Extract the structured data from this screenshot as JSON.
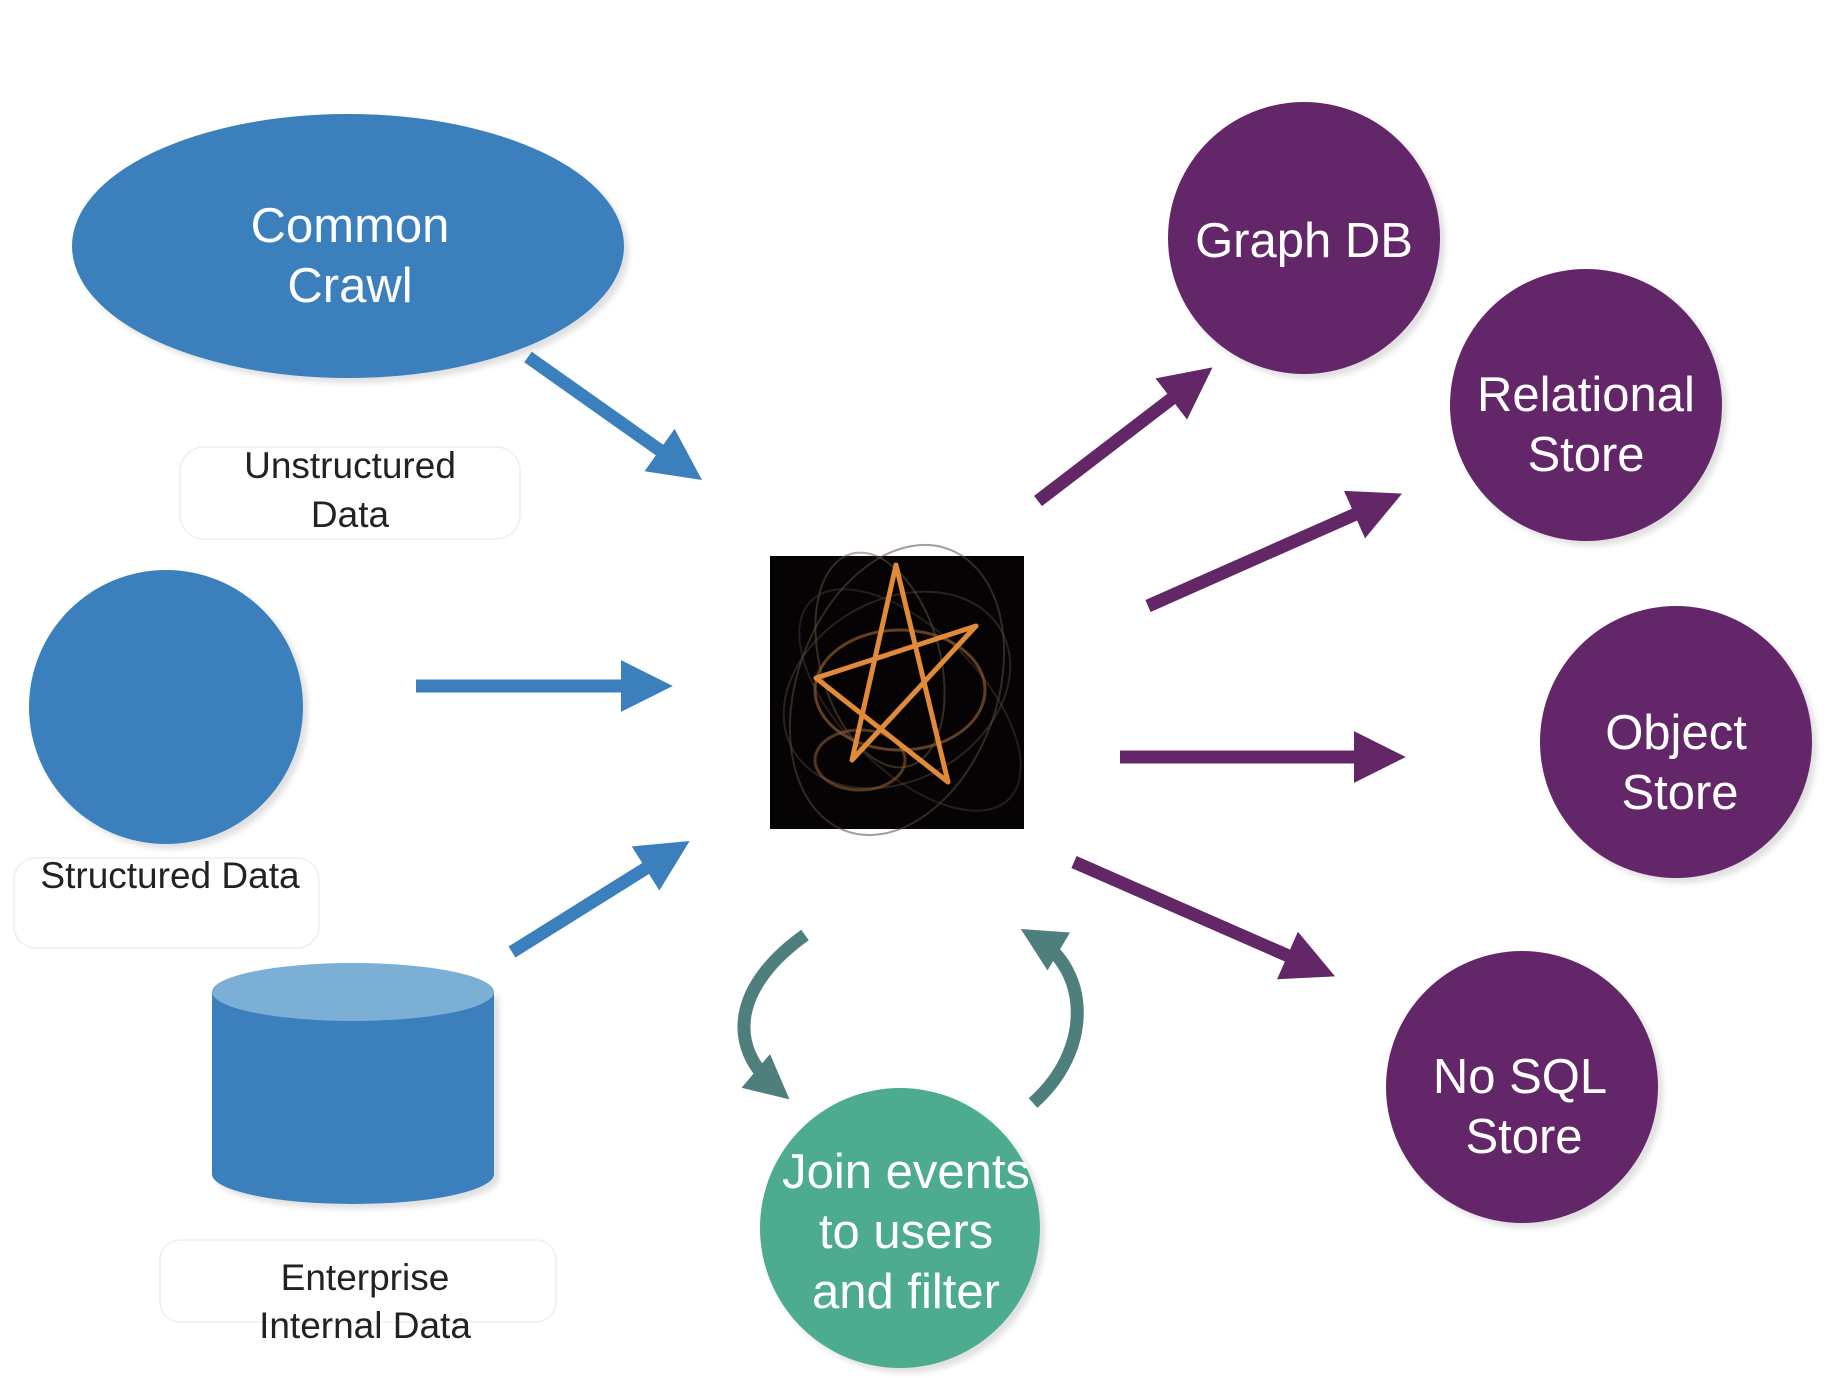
{
  "sources": {
    "common_crawl": {
      "label_line1": "Common",
      "label_line2": "Crawl"
    },
    "unstructured": {
      "caption_line1": "Unstructured",
      "caption_line2": "Data"
    },
    "structured": {
      "caption": "Structured Data"
    },
    "enterprise": {
      "caption_line1": "Enterprise",
      "caption_line2": "Internal Data"
    }
  },
  "processor": {
    "icon": "pentagram-star-icon"
  },
  "join": {
    "line1": "Join events",
    "line2": "to users",
    "line3": "and filter"
  },
  "outputs": {
    "graph_db": {
      "line1": "Graph DB"
    },
    "relational": {
      "line1": "Relational",
      "line2": "Store"
    },
    "object": {
      "line1": "Object",
      "line2": "Store"
    },
    "nosql": {
      "line1": "No SQL",
      "line2": "Store"
    }
  },
  "colors": {
    "source_blue": "#3b7fbc",
    "source_blue_top": "#7bafd6",
    "output_purple": "#632767",
    "join_green": "#4dab8f",
    "loop_teal": "#4e7f7c",
    "star_orange": "#e08a3a"
  }
}
